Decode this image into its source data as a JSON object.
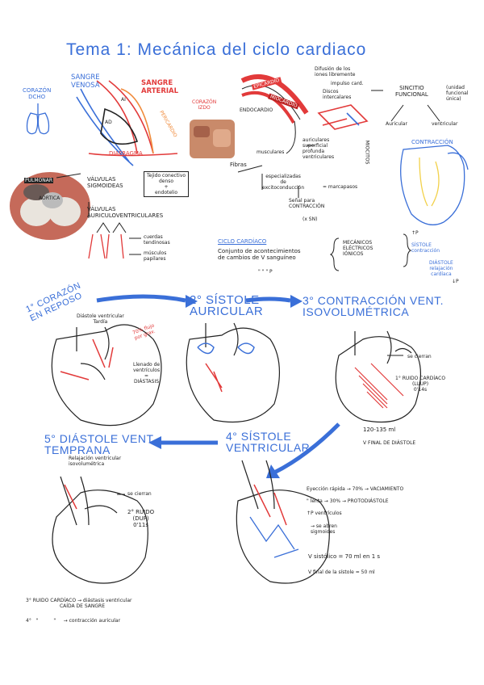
{
  "title": "Tema 1: Mecánica del ciclo cardiaco",
  "top_left": {
    "corazon_dcho": "CORAZÓN\nDCHO",
    "sangre_venosa": "SANGRE\nVENOSA",
    "sangre_arterial": "SANGRE\nARTERIAL",
    "corazon_izdo": "CORAZÓN\nIZDO",
    "ai": "AI",
    "ad": "AD",
    "pericardio": "PERICARDIO",
    "diafragma": "DIAFRAGMA"
  },
  "layers": {
    "epicardio": "EPICARDIO",
    "miocardio": "MIOCARDIO",
    "endocardio": "ENDOCARDIO"
  },
  "top_right": {
    "difusion": "Difusión de los\niones libremente",
    "impulso": "impulso card.",
    "discos": "Discos\nintercalares",
    "sincitio": "SINCITIO\nFUNCIONAL",
    "unidad": "(unidad\nfuncional\núnica)",
    "auricular": "Auricular",
    "ventricular": "ventricular",
    "contraccion": "CONTRACCIÓN",
    "miocitos": "MIOCITOS"
  },
  "valves": {
    "pulmonar": "PULMONAR",
    "aortica": "AÓRTICA",
    "valvulas_sigmoideas": "VÁLVULAS\nSIGMOIDEAS",
    "tejido": "Tejido conectivo\ndenso\n+\nendotelio",
    "valvulas_av": "VÁLVULAS\nAURICULOVENTRICULARES",
    "cuerdas": "cuerdas\ntendinosas",
    "musculos": "músculos\npapilares"
  },
  "fibers": {
    "fibras": "Fibras",
    "musculares": "musculares",
    "auriculares": "auriculares\nsuperficial\nprofunda\nventriculares",
    "especializadas": "especializadas\nde\nexcitoconducción",
    "marcapasos": "= marcapasos",
    "senal": "Señal para\nCONTRACCIÓN",
    "xsn": "(x SN)"
  },
  "ciclo": {
    "heading": "CICLO CARDÍACO",
    "text": "Conjunto de acontecimientos\nde cambios de V sanguíneo",
    "sub": "\"    \"    \"   P",
    "mecanicos": "MECÁNICOS\nELÉCTRICOS\nIÓNICOS",
    "p_up": "↑P",
    "sistole": "SÍSTOLE\ncontracción",
    "diastole": "DIÁSTOLE\nrelajación\ncardíaca",
    "p_down": "↓P"
  },
  "stages": {
    "s1": "1° CORAZÓN\nEN REPOSO",
    "s1_sub": "Diástole ventricular\nTardía",
    "flujo": "70% flujo\npor grav.",
    "llenado": "Llenado de\nventrículos\n=\nDIÁSTASIS",
    "s2": "2° SÍSTOLE\nAURICULAR",
    "s3": "3° CONTRACCIÓN VENT.\nISOVOLUMÉTRICA",
    "se_cierran_3": "se cierran",
    "ruido1": "1° RUIDO CARDÍACO\n(LUUP)\n0'14s",
    "v1": "120-135 ml",
    "v1_sub": "V FINAL DE DIÁSTOLE",
    "s4": "4° SÍSTOLE\nVENTRICULAR",
    "eyeccion": "Eyección rápida → 70% → VACIAMIENTO",
    "lenta": "\"     lenta → 30% → PROTODIÁSTOLE",
    "p_vent": "↑P ventrículos",
    "se_abren": "→ se abren\nsigmoides",
    "vsistolico": "V sistólico = 70 ml   en 1 s",
    "vfinal": "V final de la sístole = 50 ml",
    "s5": "5° DIÁSTOLE VENT.\nTEMPRANA",
    "relajacion": "Relajación ventricular\nisovolumétrica",
    "se_cierran_5": "se cierran",
    "ruido2": "2° RUIDO\n(DUP)\n0'11s"
  },
  "footer": {
    "r3": "3° RUIDO CARDÍACO → diástasis ventricular\n                      CAÍDA DE SANGRE",
    "r4": "4°   \"          \"     → contracción auricular"
  }
}
